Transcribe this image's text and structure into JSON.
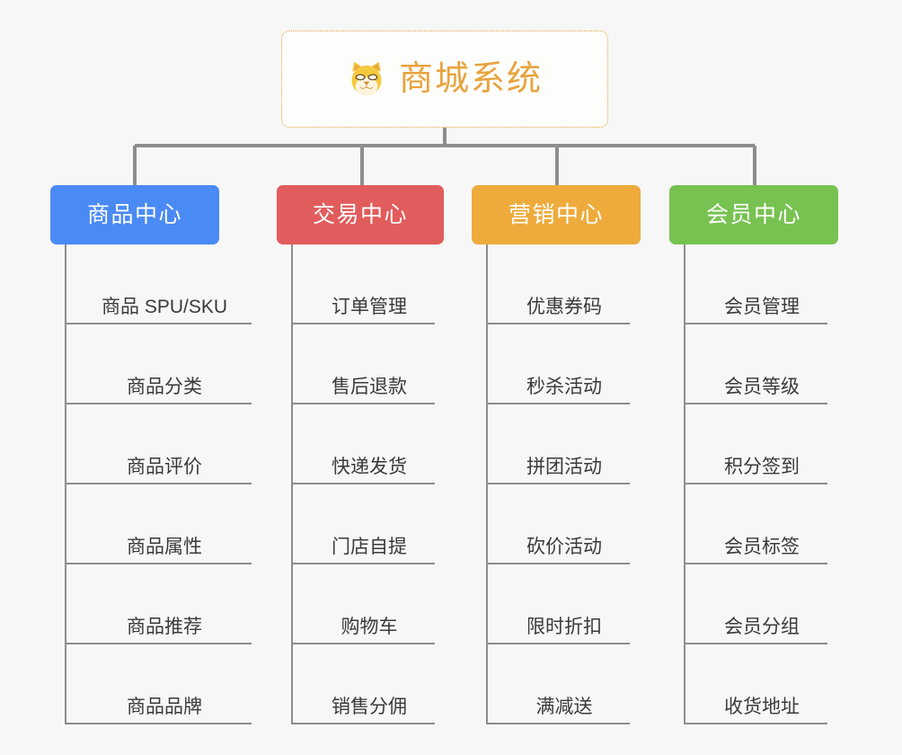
{
  "diagram": {
    "type": "mindmap-tree",
    "background_color": "#f7f7f7",
    "connector_color": "#8d8d8d"
  },
  "root": {
    "title": "商城系统",
    "icon": "shiba-dog-icon",
    "text_color": "#e8a33d",
    "border_color": "#e8a33d",
    "background_color": "#fdfdfb"
  },
  "categories": [
    {
      "label": "商品中心",
      "color": "#4a8af4",
      "items": [
        "商品 SPU/SKU",
        "商品分类",
        "商品评价",
        "商品属性",
        "商品推荐",
        "商品品牌"
      ]
    },
    {
      "label": "交易中心",
      "color": "#e15c5c",
      "items": [
        "订单管理",
        "售后退款",
        "快递发货",
        "门店自提",
        "购物车",
        "销售分佣"
      ]
    },
    {
      "label": "营销中心",
      "color": "#eeab3c",
      "items": [
        "优惠券码",
        "秒杀活动",
        "拼团活动",
        "砍价活动",
        "限时折扣",
        "满减送"
      ]
    },
    {
      "label": "会员中心",
      "color": "#77c251",
      "items": [
        "会员管理",
        "会员等级",
        "积分签到",
        "会员标签",
        "会员分组",
        "收货地址"
      ]
    }
  ]
}
